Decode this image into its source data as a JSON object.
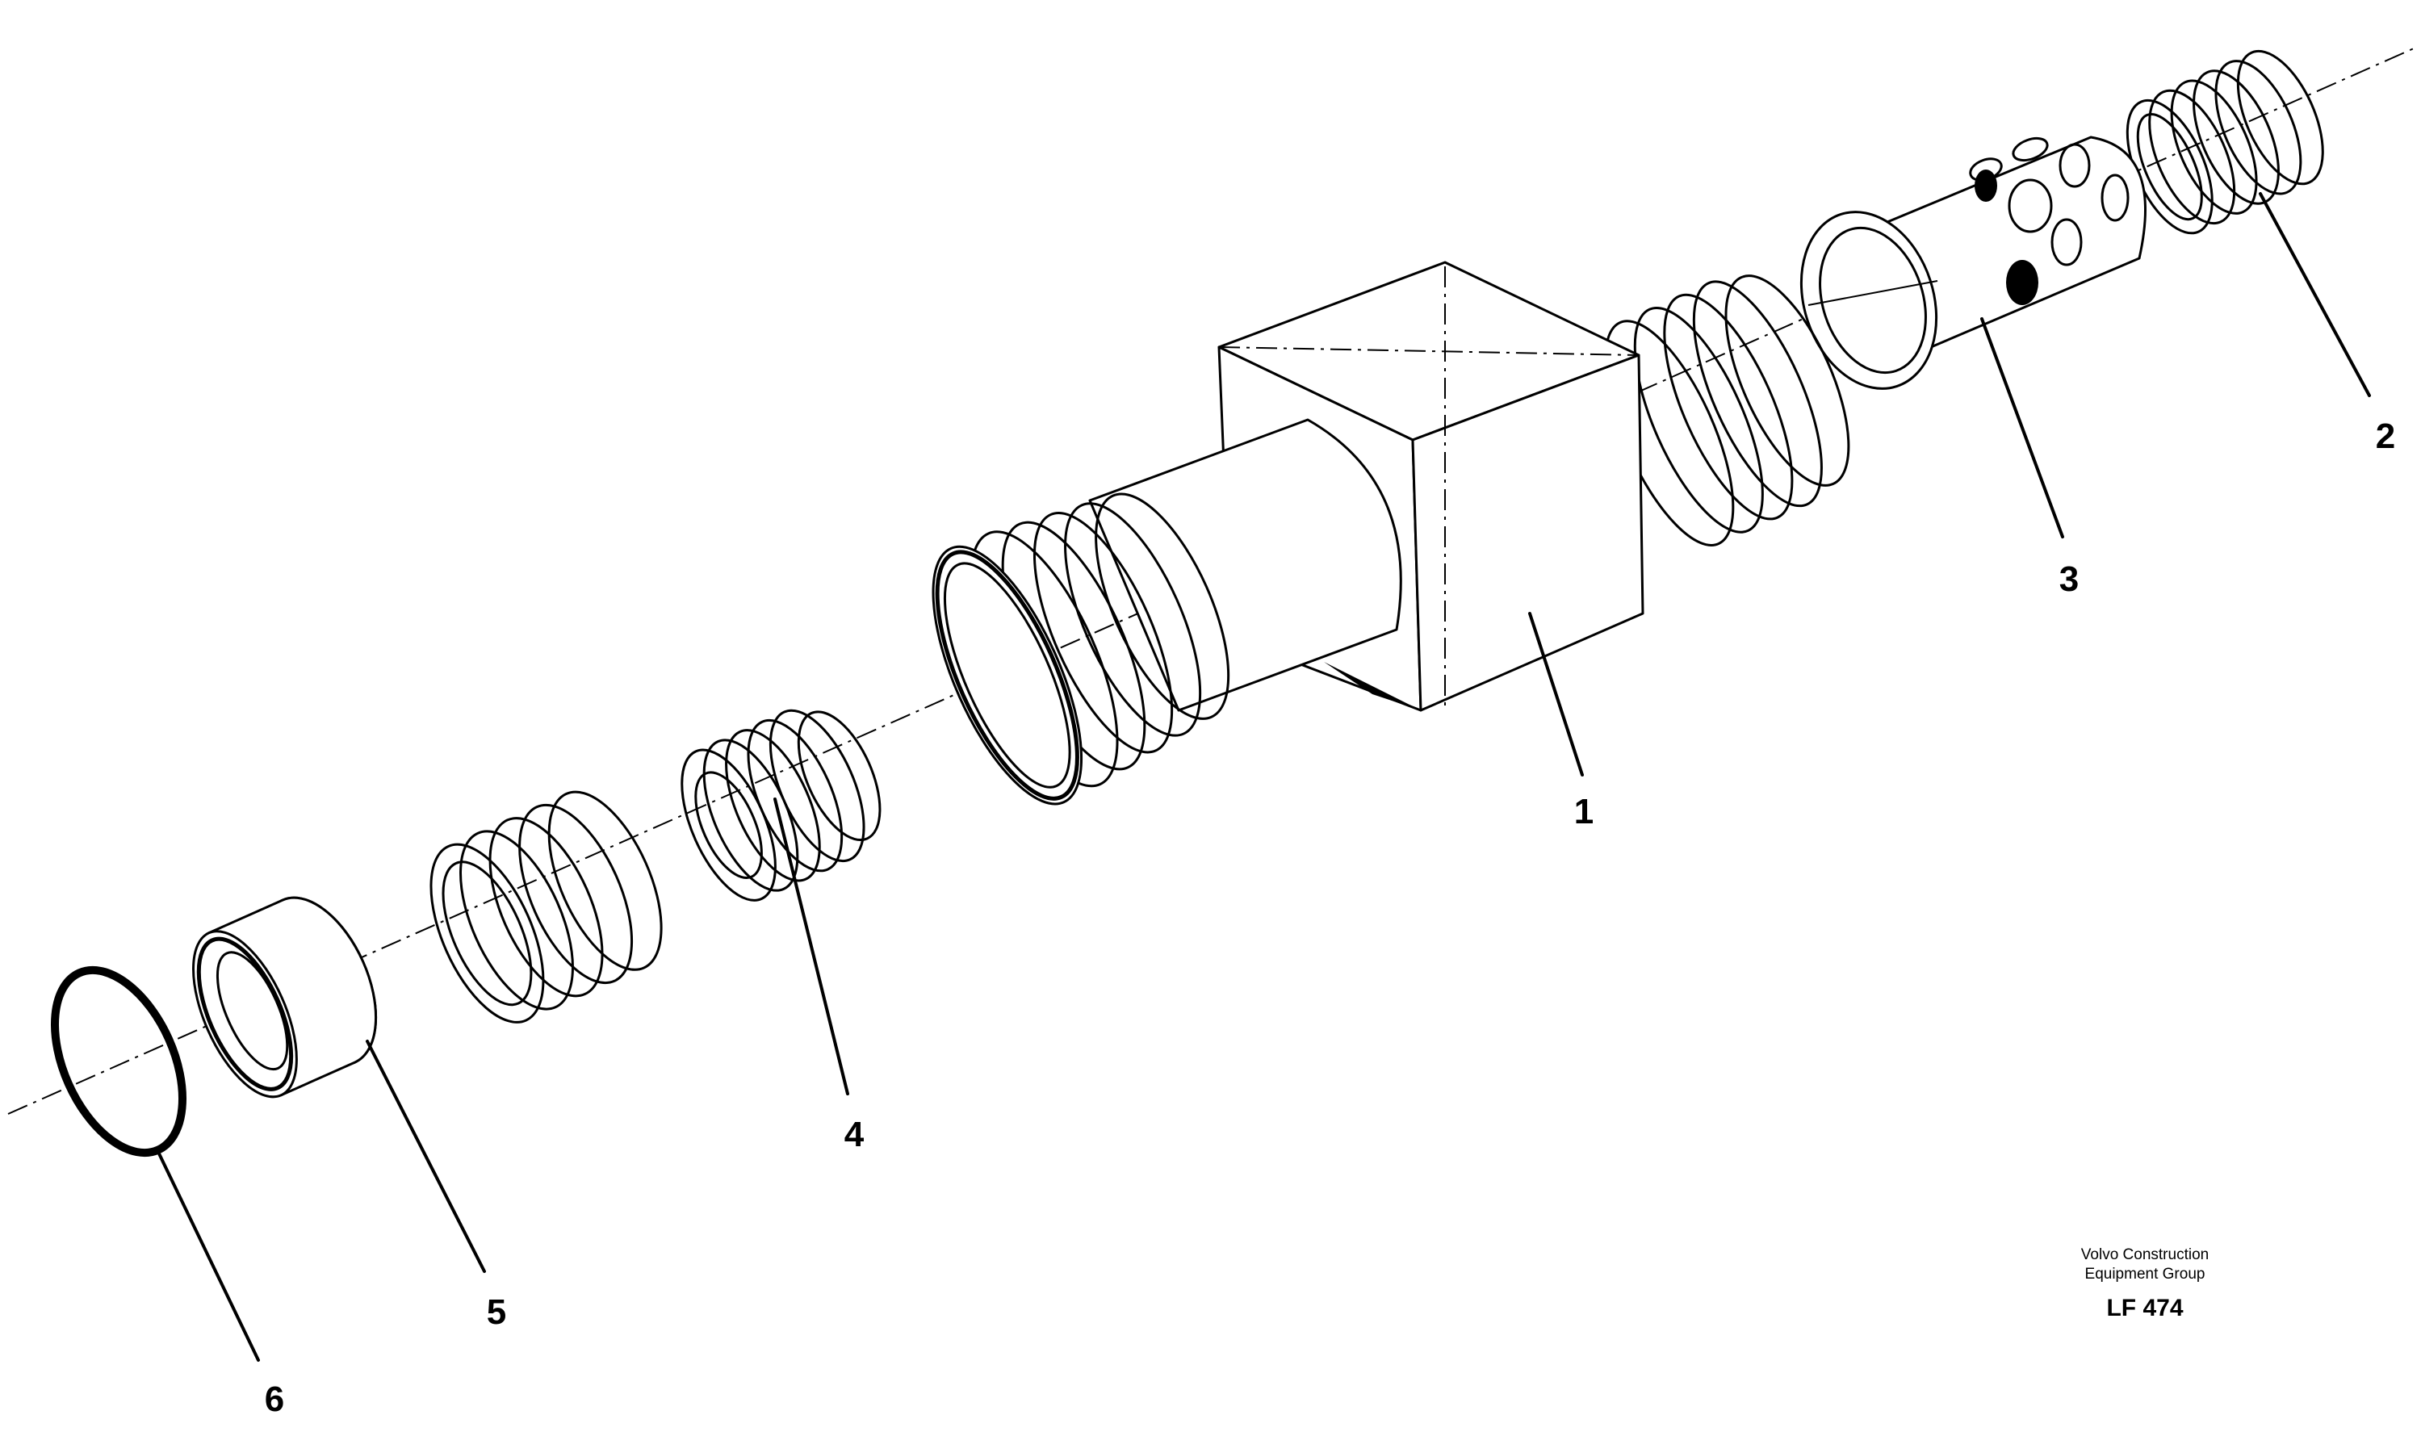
{
  "diagram": {
    "callouts": [
      {
        "id": "1",
        "text": "1"
      },
      {
        "id": "2",
        "text": "2"
      },
      {
        "id": "3",
        "text": "3"
      },
      {
        "id": "4",
        "text": "4"
      },
      {
        "id": "5",
        "text": "5"
      },
      {
        "id": "6",
        "text": "6"
      }
    ],
    "footer": {
      "company_line1": "Volvo Construction",
      "company_line2": "Equipment Group",
      "code": "LF 474"
    }
  }
}
